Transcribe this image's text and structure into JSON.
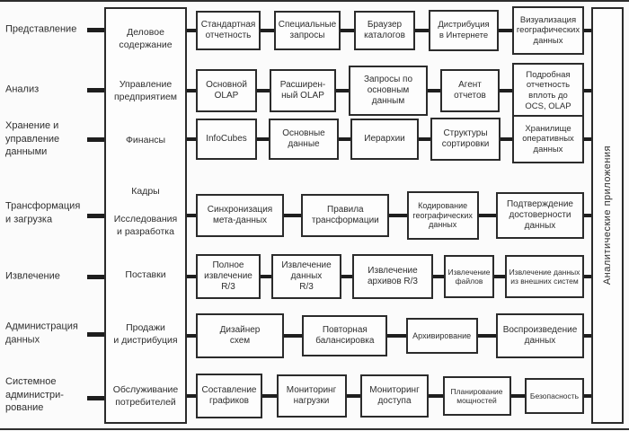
{
  "left_labels": [
    "Представление",
    "Анализ",
    "Хранение и\nуправление\nданными",
    "Трансформация\nи загрузка",
    "Извлечение",
    "Администрация\nданных",
    "Системное\nадминистри-\nрование"
  ],
  "middle_column": [
    "Деловое\nсодержание",
    "Управление\nпредприятием",
    "Финансы",
    "Кадры",
    "Исследования\nи разработка",
    "Поставки",
    "Продажи\nи дистрибуция",
    "Обслуживание\nпотребителей"
  ],
  "rows": [
    [
      "Стандартная\nотчетность",
      "Специальные\nзапросы",
      "Браузер\nкаталогов",
      "Дистрибуция\nв Интернете",
      "Визуализация\nгеографических\nданных"
    ],
    [
      "Основной\nOLAP",
      "Расширен-\nный OLAP",
      "Запросы по\nосновным\nданным",
      "Агент\nотчетов",
      "Подробная\nотчетность\nвплоть до\nOCS, OLAP"
    ],
    [
      "InfoCubes",
      "Основные\nданные",
      "Иерархии",
      "Структуры\nсортировки",
      "Хранилище\nоперативных\nданных"
    ],
    [
      "Синхронизация\nмета-данных",
      "Правила\nтрансформации",
      "Кодирование\nгеографических\nданных",
      "Подтверждение\nдостоверности\nданных"
    ],
    [
      "Полное\nизвлечение\nR/3",
      "Извлечение\nданных\nR/3",
      "Извлечение\nархивов R/3",
      "Извлечение\nфайлов",
      "Извлечение данных\nиз внешних систем"
    ],
    [
      "Дизайнер\nсхем",
      "Повторная\nбалансировка",
      "Архивирование",
      "Воспроизведение\nданных"
    ],
    [
      "Составление\nграфиков",
      "Мониторинг\nнагрузки",
      "Мониторинг\nдоступа",
      "Планирование\nмощностей",
      "Безопасность"
    ]
  ],
  "right_panel": {
    "label": "Аналитические приложения"
  },
  "colors": {
    "line": "#1e1e1e",
    "border": "#2b2b2b",
    "box_background": "#fdfdfd",
    "page_background": "#fbfbfb",
    "text": "#2e2e2e"
  }
}
